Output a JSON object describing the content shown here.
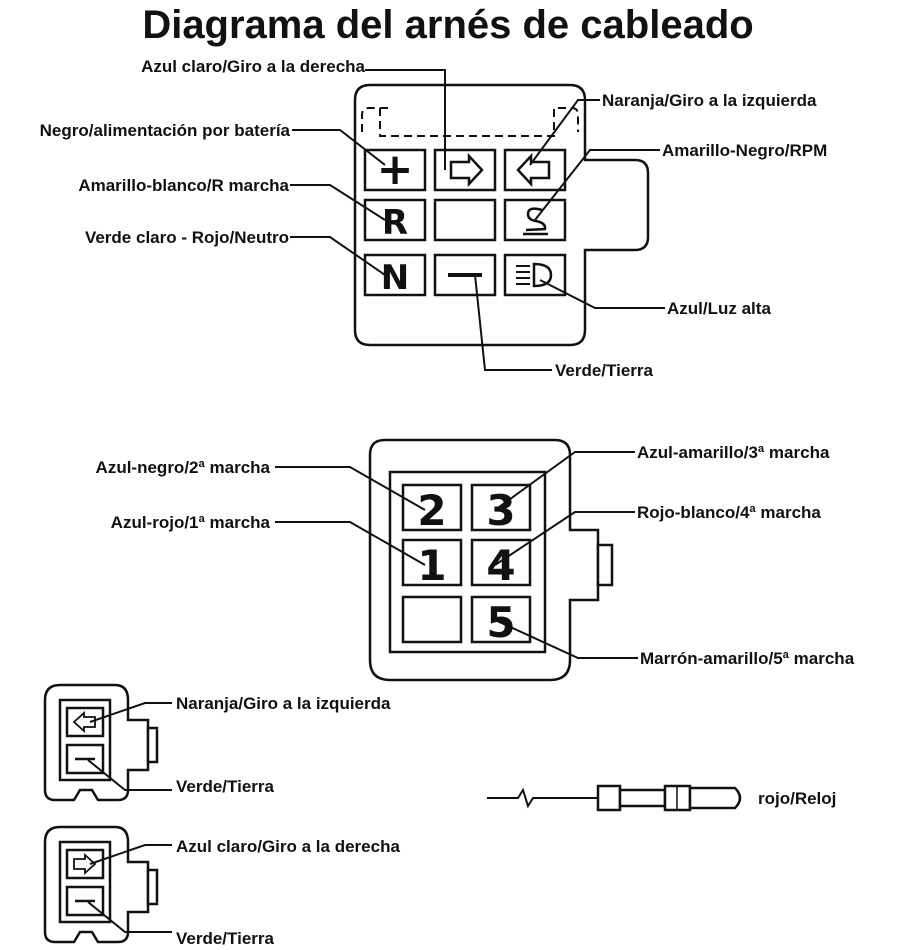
{
  "title": "Diagrama del arnés de cableado",
  "connector_main": {
    "labels": {
      "right_turn": "Azul claro/Giro a la derecha",
      "left_turn": "Naranja/Giro a la izquierda",
      "battery": "Negro/alimentación por batería",
      "rpm": "Amarillo-Negro/RPM",
      "reverse": "Amarillo-blanco/R marcha",
      "neutral": "Verde claro - Rojo/Neutro",
      "high_beam": "Azul/Luz alta",
      "ground": "Verde/Tierra"
    },
    "symbols": {
      "plus": "+",
      "r": "R",
      "n": "N",
      "minus": "−"
    }
  },
  "connector_gear": {
    "labels": {
      "g2": "Azul-negro/2ª marcha",
      "g3": "Azul-amarillo/3ª marcha",
      "g1": "Azul-rojo/1ª marcha",
      "g4": "Rojo-blanco/4ª marcha",
      "g5": "Marrón-amarillo/5ª marcha"
    },
    "numbers": {
      "n1": "1",
      "n2": "2",
      "n3": "3",
      "n4": "4",
      "n5": "5"
    }
  },
  "connector_left": {
    "label_turn": "Naranja/Giro a la izquierda",
    "label_ground": "Verde/Tierra"
  },
  "connector_right": {
    "label_turn": "Azul claro/Giro a la derecha",
    "label_ground": "Verde/Tierra"
  },
  "clock_wire": {
    "label": "rojo/Reloj"
  }
}
